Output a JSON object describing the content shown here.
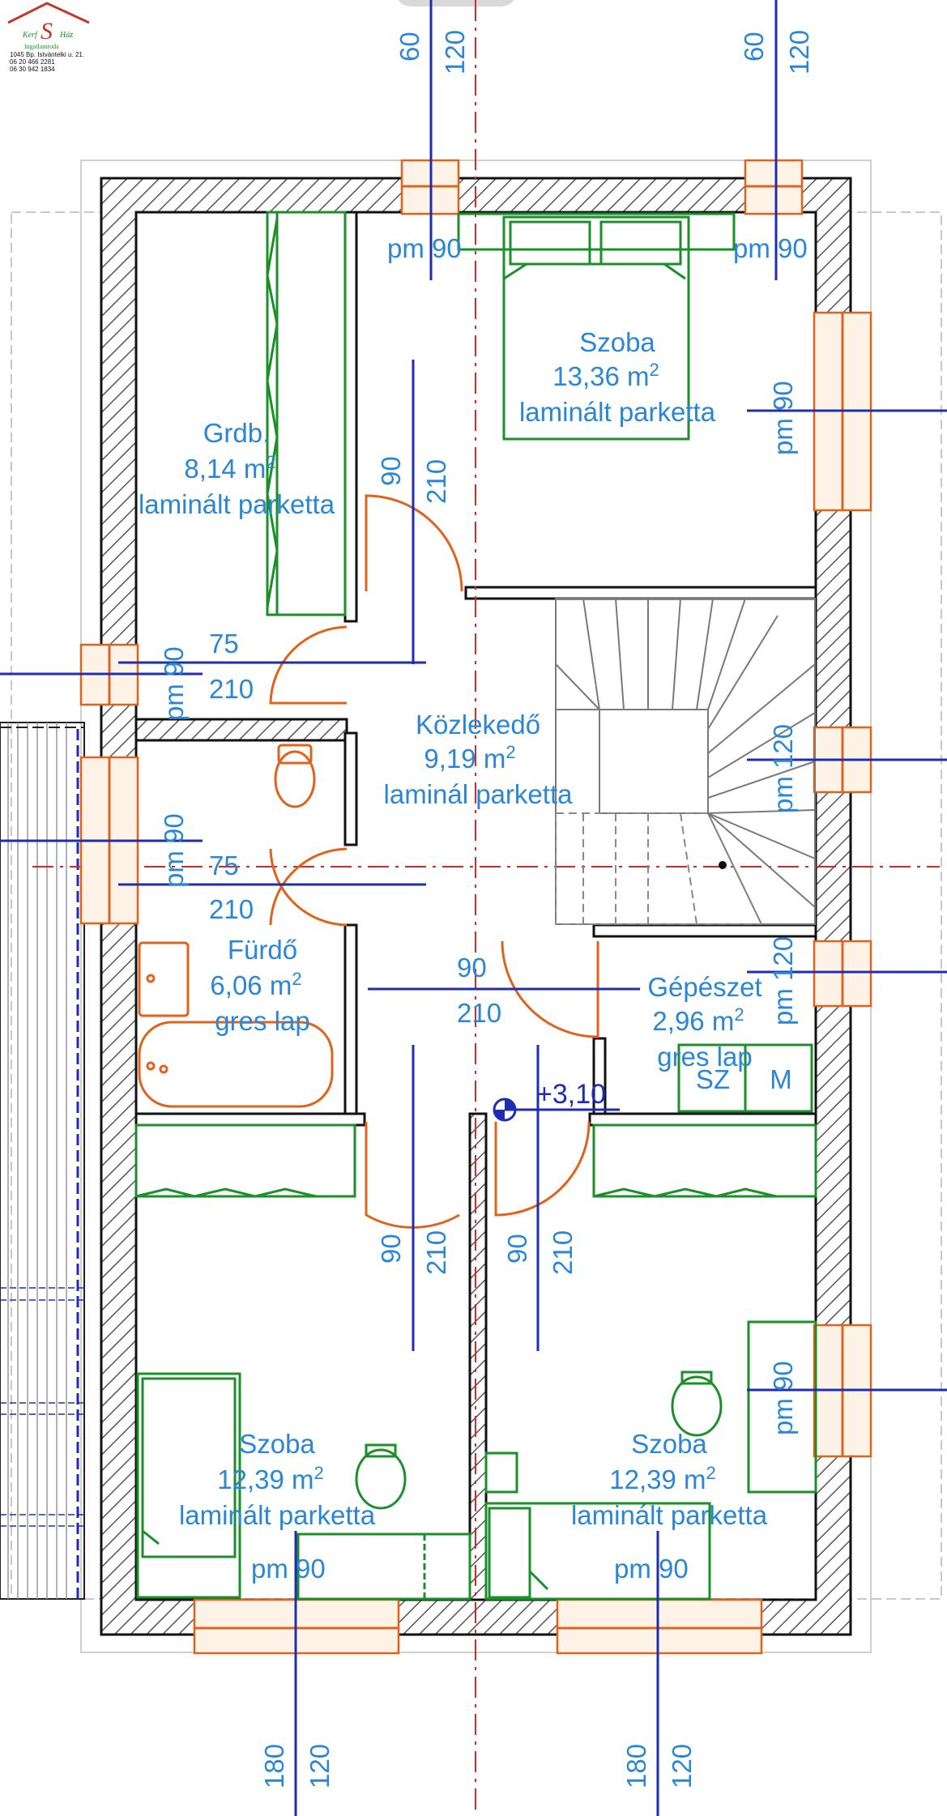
{
  "logo": {
    "brand_top": "Kerf",
    "brand_letter": "S",
    "brand_right": "Ház",
    "brand_sub": "Ingatlaniroda",
    "address": "1045 Bp. Istvántelki u. 21.",
    "phone1": "06 20 466 2281",
    "phone2": "06 30 942 1834"
  },
  "rooms": {
    "bedroom_top": {
      "name": "Szoba",
      "area": "13,36 m",
      "sup": "2",
      "floor": "laminált parketta"
    },
    "wardrobe": {
      "name": "Grdb.",
      "area": "8,14 m",
      "sup": "2",
      "floor": "laminált parketta"
    },
    "hall": {
      "name": "Közlekedő",
      "area": "9,19 m",
      "sup": "2",
      "floor": "laminál parketta"
    },
    "bathroom": {
      "name": "Fürdő",
      "area": "6,06 m",
      "sup": "2",
      "floor": "gres lap"
    },
    "utility": {
      "name": "Gépészet",
      "area": "2,96 m",
      "sup": "2",
      "floor": "gres lap"
    },
    "bedroom_left": {
      "name": "Szoba",
      "area": "12,39 m",
      "sup": "2",
      "floor": "laminált parketta"
    },
    "bedroom_right": {
      "name": "Szoba",
      "area": "12,39 m",
      "sup": "2",
      "floor": "laminált parketta"
    }
  },
  "utility_marks": {
    "sz": "SZ",
    "m": "M"
  },
  "level_mark": "+3,10",
  "dims": {
    "top_left_a": "60",
    "top_left_b": "120",
    "top_right_a": "60",
    "top_right_b": "120",
    "win_top_left": "pm 90",
    "win_top_right": "pm 90",
    "win_right_upper": "pm 90",
    "door_bed_a": "90",
    "door_bed_b": "210",
    "door_ward_a": "75",
    "door_ward_b": "210",
    "win_ward_pm": "pm 90",
    "win_bath_pm": "pm 90",
    "door_bath_a": "75",
    "door_bath_b": "210",
    "door_util_a": "90",
    "door_util_b": "210",
    "win_stair_pm": "pm 120",
    "win_util_pm": "pm 120",
    "door_bl_a": "90",
    "door_bl_b": "210",
    "door_br_a": "90",
    "door_br_b": "210",
    "win_right_lower": "pm 90",
    "win_bottom_left": "pm 90",
    "win_bottom_right": "pm 90",
    "bottom_left_a": "180",
    "bottom_left_b": "120",
    "bottom_right_a": "180",
    "bottom_right_b": "120"
  },
  "colors": {
    "label": "#2a86d6",
    "dimension_line": "#1f2db0",
    "axis": "#d62828",
    "window_door": "#e0631d",
    "furniture": "#1a8f2a",
    "wall": "#111111"
  }
}
